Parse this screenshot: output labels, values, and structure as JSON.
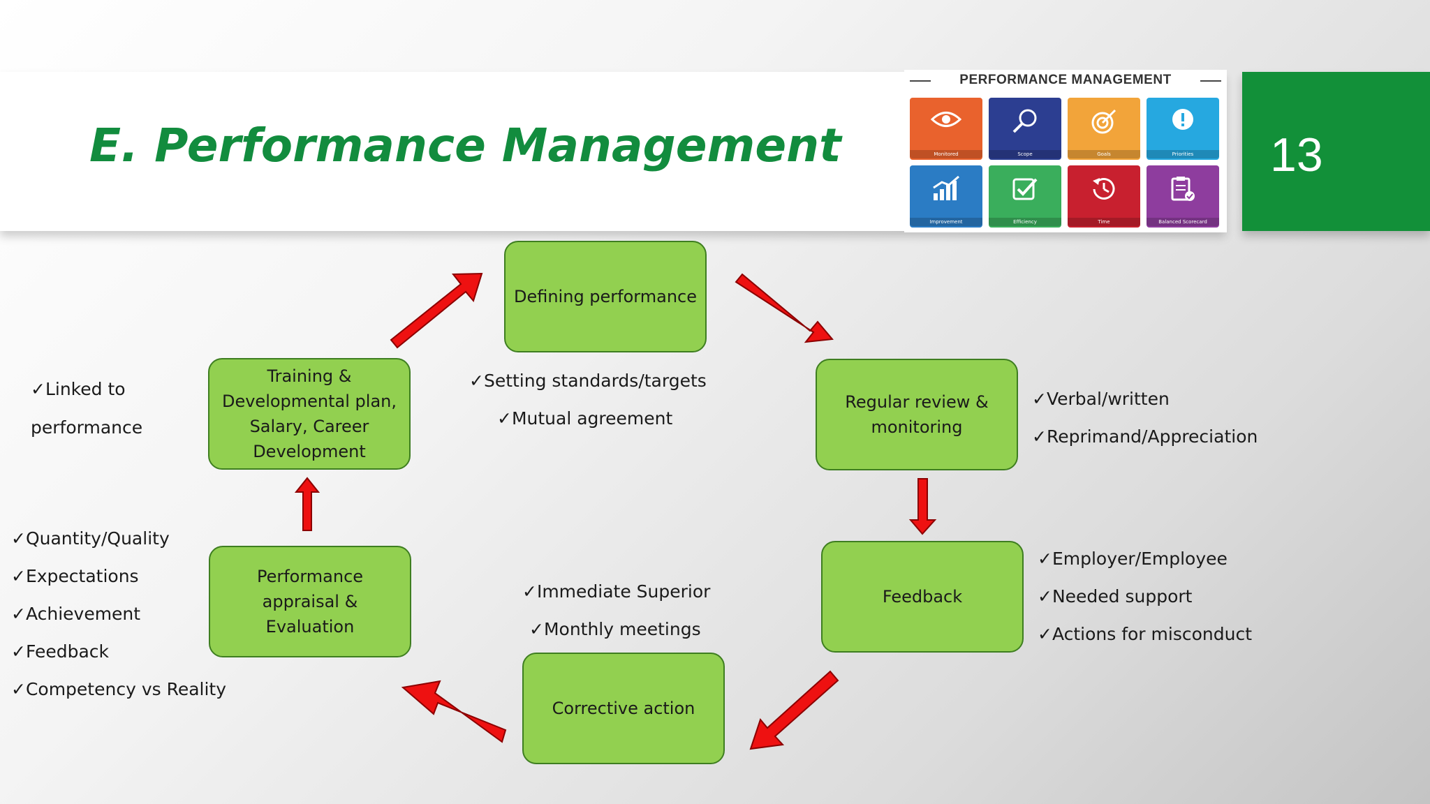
{
  "slide": {
    "title": "E. Performance Management",
    "number": "13"
  },
  "pm_image": {
    "banner": "PERFORMANCE MANAGEMENT",
    "tiles": [
      {
        "icon": "eye-icon",
        "caption": "Monitored",
        "color": "#E9622D"
      },
      {
        "icon": "magnifier-icon",
        "caption": "Scope",
        "color": "#2C3E91"
      },
      {
        "icon": "target-icon",
        "caption": "Goals",
        "color": "#F2A43A"
      },
      {
        "icon": "alert-head-icon",
        "caption": "Priorities",
        "color": "#26A8E0"
      },
      {
        "icon": "bar-chart-icon",
        "caption": "Improvement",
        "color": "#2B7CC4"
      },
      {
        "icon": "checkbox-icon",
        "caption": "Efficiency",
        "color": "#3AAE5C"
      },
      {
        "icon": "clock-icon",
        "caption": "Time",
        "color": "#C8202F"
      },
      {
        "icon": "clipboard-icon",
        "caption": "Balanced Scorecard",
        "color": "#8E3D9E"
      }
    ]
  },
  "cycle": {
    "defining": "Defining performance",
    "review": "Regular review & monitoring",
    "feedback": "Feedback",
    "corrective": "Corrective action",
    "appraisal": "Performance appraisal & Evaluation",
    "training": "Training & Developmental plan, Salary, Career Development"
  },
  "notes": {
    "defining": [
      "✓Setting standards/targets",
      "✓Mutual agreement"
    ],
    "review": [
      "✓Verbal/written",
      "✓Reprimand/Appreciation"
    ],
    "feedback": [
      "✓Employer/Employee",
      "✓Needed support",
      "✓Actions for misconduct"
    ],
    "corrective": [
      "✓Immediate Superior",
      "✓Monthly meetings"
    ],
    "appraisal": [
      "✓Quantity/Quality",
      "✓Expectations",
      "✓Achievement",
      "✓Feedback",
      "✓Competency vs Reality"
    ],
    "training": [
      "✓Linked to",
      "performance"
    ]
  },
  "colors": {
    "title": "#128C3E",
    "number_box": "#129039",
    "box_fill": "#92D050",
    "box_border": "#3E7E20",
    "arrow_fill": "#EE1111",
    "arrow_stroke": "#8B0000"
  }
}
